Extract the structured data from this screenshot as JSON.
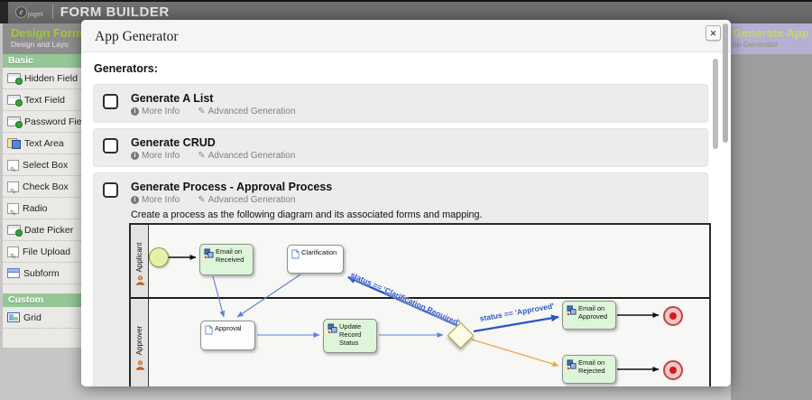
{
  "topbar": {
    "brand": "joget",
    "title": "FORM BUILDER"
  },
  "tabs": {
    "design_form": {
      "title": "Design Form",
      "subtitle": "Design and Layo"
    },
    "generate_app": {
      "title": "Generate App",
      "subtitle": "pp Generator"
    }
  },
  "sidebar": {
    "sections": [
      {
        "label": "Basic",
        "items": [
          {
            "label": "Hidden Field",
            "icon": "hidden-field-icon"
          },
          {
            "label": "Text Field",
            "icon": "text-field-icon"
          },
          {
            "label": "Password Field",
            "icon": "password-field-icon"
          },
          {
            "label": "Text Area",
            "icon": "text-area-icon"
          },
          {
            "label": "Select Box",
            "icon": "select-box-icon"
          },
          {
            "label": "Check Box",
            "icon": "check-box-icon"
          },
          {
            "label": "Radio",
            "icon": "radio-icon"
          },
          {
            "label": "Date Picker",
            "icon": "date-picker-icon"
          },
          {
            "label": "File Upload",
            "icon": "file-upload-icon"
          },
          {
            "label": "Subform",
            "icon": "subform-icon"
          }
        ]
      },
      {
        "label": "Custom",
        "items": [
          {
            "label": "Grid",
            "icon": "grid-icon"
          }
        ]
      }
    ]
  },
  "modal": {
    "title": "App Generator",
    "close_glyph": "✕",
    "generators_label": "Generators:",
    "generators": [
      {
        "title": "Generate A List",
        "more_info": "More Info",
        "advanced": "Advanced Generation"
      },
      {
        "title": "Generate CRUD",
        "more_info": "More Info",
        "advanced": "Advanced Generation"
      },
      {
        "title": "Generate Process - Approval Process",
        "more_info": "More Info",
        "advanced": "Advanced Generation",
        "description": "Create a process as the following diagram and its associated forms and mapping."
      }
    ]
  },
  "diagram": {
    "lanes": [
      {
        "label": "Applicant"
      },
      {
        "label": "Approver"
      }
    ],
    "tasks": [
      {
        "label": "Email on Received",
        "type": "tool"
      },
      {
        "label": "Clarification",
        "type": "form"
      },
      {
        "label": "Approval",
        "type": "form"
      },
      {
        "label": "Update Record Status",
        "type": "tool"
      },
      {
        "label": "Email on Approved",
        "type": "tool"
      },
      {
        "label": "Email on Rejected",
        "type": "tool"
      }
    ],
    "conditions": {
      "clarification": "status == 'Clarification Required'",
      "approved": "status == 'Approved'"
    }
  },
  "colors": {
    "section_header_green": "#95c696",
    "tab_title_green": "#a3c43e",
    "generate_tab_purple": "#b3b0d4",
    "condition_blue": "#2d55c4",
    "flow_orange": "#f0a343",
    "task_green": "#ddf5d8",
    "end_event_red": "#c34343",
    "start_event_fill": "#e6f0a8"
  }
}
